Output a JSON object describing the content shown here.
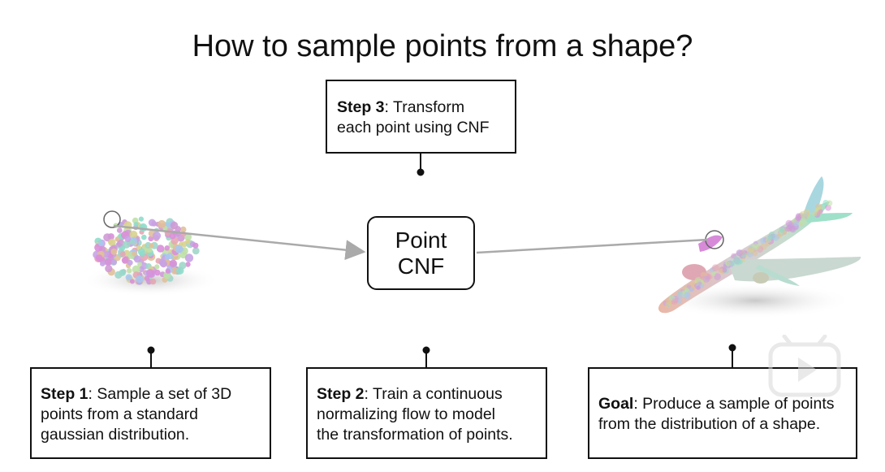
{
  "title": "How to sample points from a shape?",
  "center": {
    "line1": "Point",
    "line2": "CNF"
  },
  "step3": {
    "bold": "Step 3",
    "text1": ": Transform",
    "text2": "each point using CNF"
  },
  "step1": {
    "bold": "Step 1",
    "text1": ": Sample a set of 3D",
    "text2": "points from a standard",
    "text3": "gaussian distribution."
  },
  "step2": {
    "bold": "Step 2",
    "text1": ": Train a continuous",
    "text2": "normalizing flow to model",
    "text3": "the transformation of points."
  },
  "goal": {
    "bold": "Goal",
    "text1": ": Produce a sample of points",
    "text2": "from the distribution of a shape."
  },
  "colors": {
    "arrow": "#aaaaaa",
    "stroke": "#111111"
  }
}
